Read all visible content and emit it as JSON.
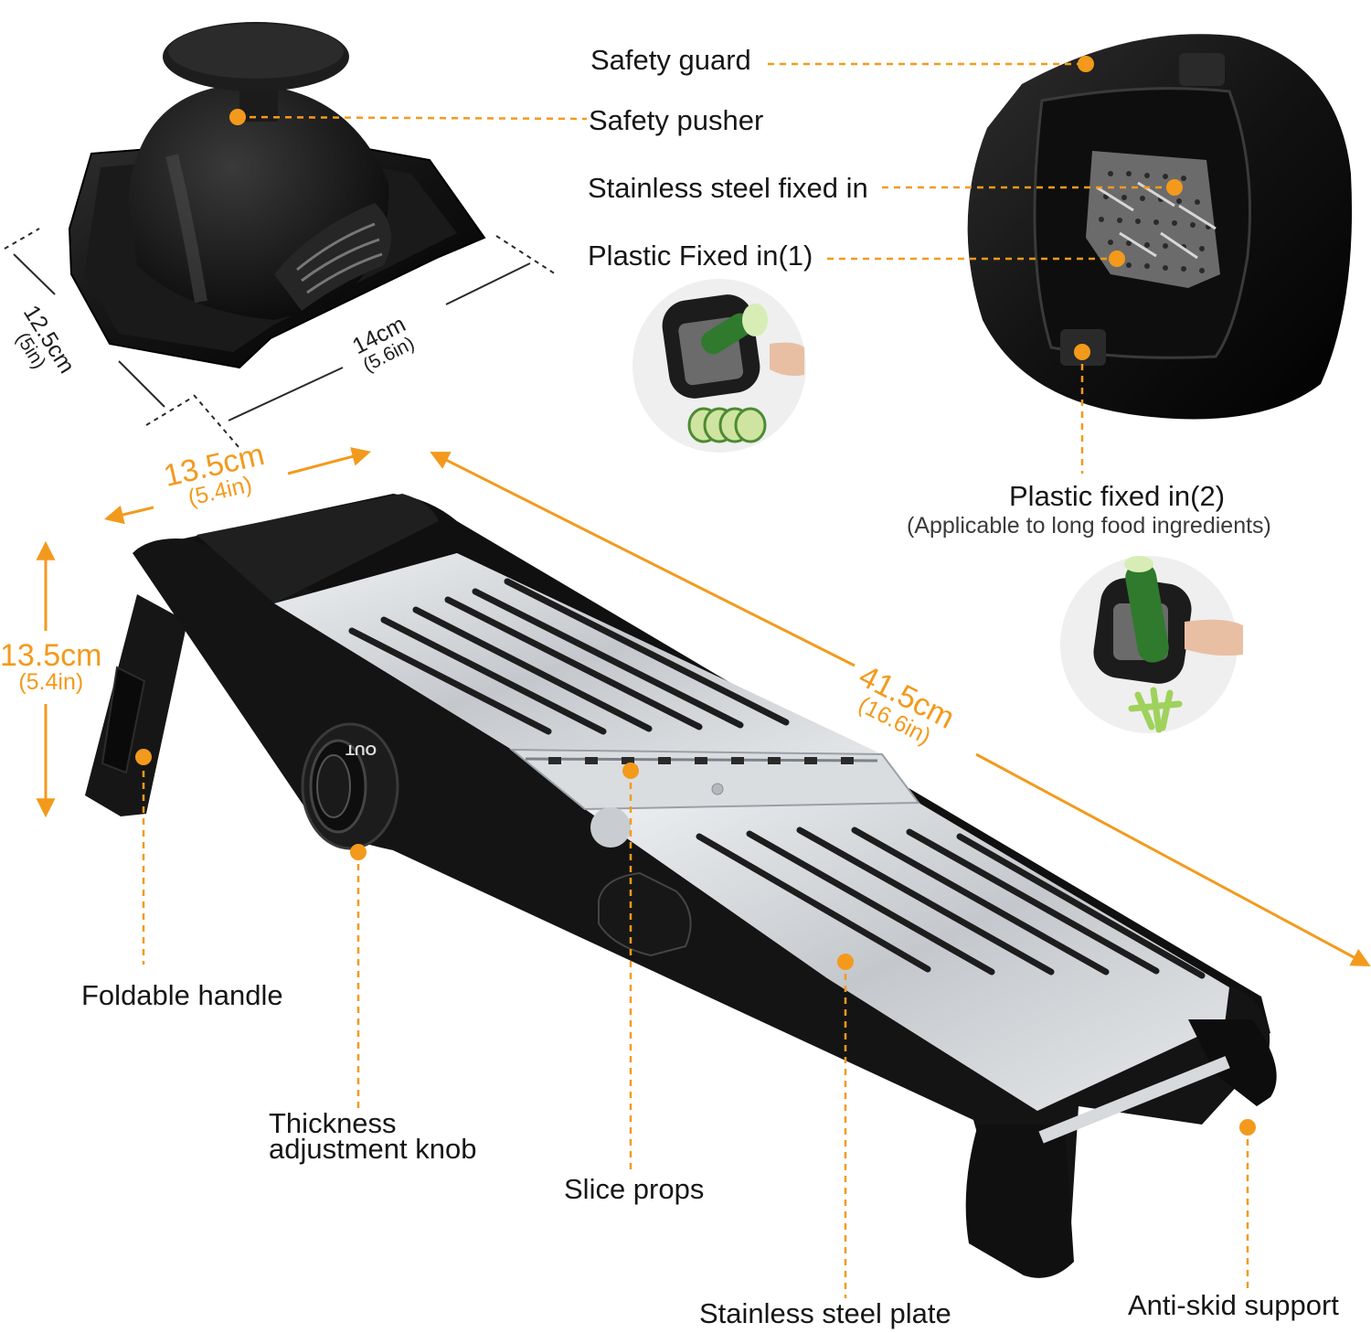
{
  "callouts": {
    "safety_guard": "Safety guard",
    "safety_pusher": "Safety pusher",
    "stainless_fixed_in": "Stainless steel fixed in",
    "plastic_fixed_in_1": "Plastic Fixed in(1)",
    "plastic_fixed_in_2": "Plastic fixed in(2)",
    "plastic_fixed_in_2_note": "(Applicable to long food ingredients)",
    "foldable_handle": "Foldable handle",
    "thickness_knob_line1": "Thickness",
    "thickness_knob_line2": "adjustment knob",
    "slice_props": "Slice props",
    "stainless_plate": "Stainless steel plate",
    "anti_skid": "Anti-skid support"
  },
  "dimensions": {
    "guard_depth": {
      "cm": "12.5cm",
      "in": "(5in)"
    },
    "guard_width": {
      "cm": "14cm",
      "in": "(5.6in)"
    },
    "slicer_width": {
      "cm": "13.5cm",
      "in": "(5.4in)"
    },
    "slicer_height": {
      "cm": "13.5cm",
      "in": "(5.4in)"
    },
    "slicer_length": {
      "cm": "41.5cm",
      "in": "(16.6in)"
    }
  },
  "knob_text": "OUT",
  "colors": {
    "accent": "#f39a1d",
    "product_black": "#141414",
    "steel": "#c9cdd1",
    "text": "#161616"
  }
}
